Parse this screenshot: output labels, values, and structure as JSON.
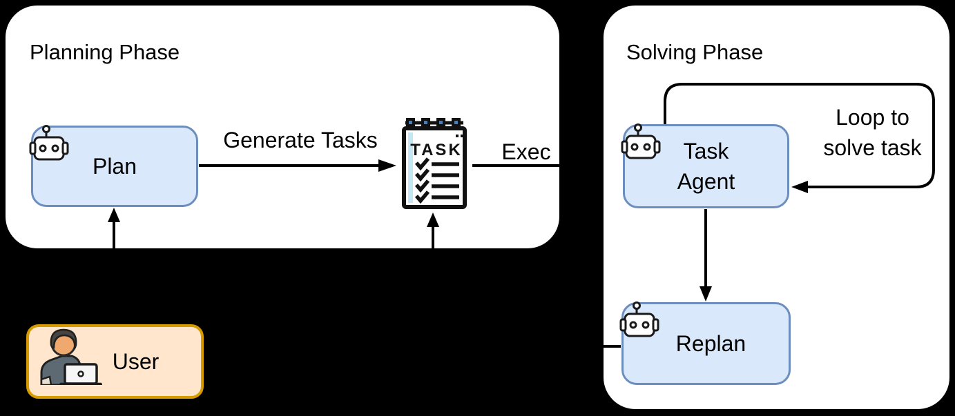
{
  "canvas": {
    "bg": "#000000"
  },
  "panels": {
    "planning": {
      "title": "Planning Phase"
    },
    "solving": {
      "title": "Solving Phase"
    }
  },
  "nodes": {
    "plan": {
      "label": "Plan"
    },
    "task_list": {
      "heading": "TASK"
    },
    "task_agent": {
      "label": "Task Agent"
    },
    "replan": {
      "label": "Replan"
    },
    "user": {
      "label": "User"
    }
  },
  "edges": {
    "generate_tasks": {
      "label": "Generate Tasks"
    },
    "exec": {
      "label": "Exec"
    },
    "loop": {
      "label": "Loop to solve task"
    }
  },
  "colors": {
    "bg": "#000000",
    "panel_bg": "#ffffff",
    "agent_fill": "#dae8fc",
    "agent_border": "#6c8ebf",
    "user_fill": "#ffe6cc",
    "user_border": "#d79b00",
    "line": "#000000",
    "task_clip_blue": "#4a7ebb",
    "task_stripe_blue": "#c5e6f5"
  }
}
